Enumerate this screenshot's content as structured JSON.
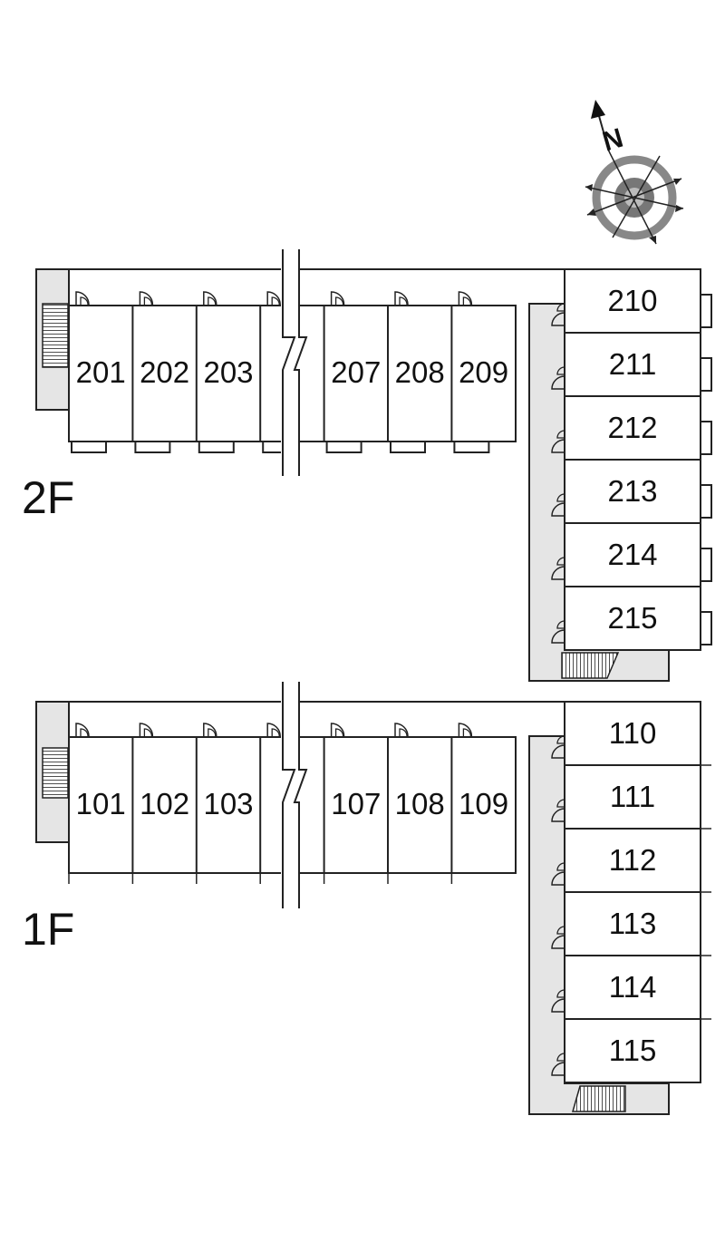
{
  "compass": {
    "north_label": "N",
    "icon": "compass-rose-icon"
  },
  "colors": {
    "corridor": "#e5e5e5",
    "line": "#222222",
    "compass_ring": "#888888",
    "compass_inner": "#666666"
  },
  "floors": {
    "second": {
      "label": "2F",
      "west_units": [
        "201",
        "202",
        "203",
        "",
        "207",
        "208",
        "209"
      ],
      "east_units": [
        "210",
        "211",
        "212",
        "213",
        "214",
        "215"
      ]
    },
    "first": {
      "label": "1F",
      "west_units": [
        "101",
        "102",
        "103",
        "",
        "107",
        "108",
        "109"
      ],
      "east_units": [
        "110",
        "111",
        "112",
        "113",
        "114",
        "115"
      ]
    }
  }
}
